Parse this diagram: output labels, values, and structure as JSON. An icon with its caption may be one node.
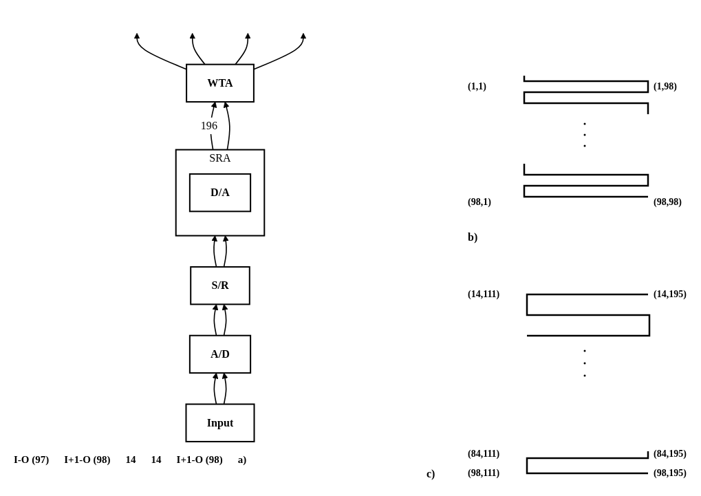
{
  "diagram": {
    "nodes": [
      {
        "text": [
          "WTA"
        ]
      },
      {
        "text": [
          "SRA"
        ]
      },
      {
        "text": [
          "D/A"
        ],
        "in": 1
      },
      {
        "text": [
          "S/R"
        ]
      },
      {
        "text": [
          "A/D"
        ]
      },
      {
        "text": [
          "Input"
        ]
      }
    ],
    "edges": [
      {
        "from": 5,
        "to": 4,
        "arrow": "to"
      },
      {
        "from": 5,
        "to": 4,
        "arrow": "to"
      },
      {
        "from": 4,
        "to": 3,
        "arrow": "to"
      },
      {
        "from": 4,
        "to": 3,
        "arrow": "to"
      },
      {
        "from": 3,
        "to": 1,
        "arrow": "to"
      },
      {
        "from": 3,
        "to": 1,
        "arrow": "to"
      },
      {
        "from": 1,
        "to": 0,
        "arrow": "to",
        "label": "196"
      },
      {
        "from": 1,
        "to": 0,
        "arrow": "to"
      },
      {
        "from": 0,
        "to": null,
        "arrow": "to"
      },
      {
        "from": 0,
        "to": null,
        "arrow": "to"
      },
      {
        "from": 0,
        "to": null,
        "arrow": "to"
      },
      {
        "from": 0,
        "to": null,
        "arrow": "to"
      }
    ],
    "labels": [
      "I-O (97)",
      "I+1-O (98)",
      "14",
      "14",
      "I+1-O (98)",
      "a)",
      "(1,1)",
      "(1,98)",
      "(98,1)",
      "(98,98)",
      "b)",
      "(14,111)",
      "(14,195)",
      "(84,111)",
      "(84,195)",
      "c)",
      "(98,111)",
      "(98,195)"
    ]
  }
}
